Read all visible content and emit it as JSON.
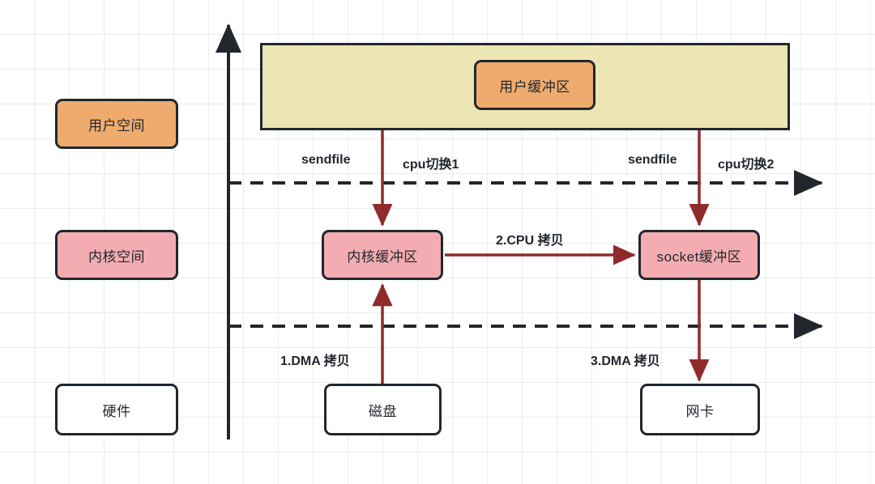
{
  "diagram": {
    "title": "sendfile zero-copy data flow",
    "colors": {
      "user_space_fill": "#eeab6d",
      "kernel_space_fill": "#f3adb2",
      "user_region_fill": "#ece6b4",
      "hardware_fill": "#ffffff",
      "stroke": "#22272e",
      "arrow_red": "#8f2b2b",
      "grid": "#ececec"
    },
    "legend": [
      {
        "name": "user-space",
        "label": "用户空间"
      },
      {
        "name": "kernel-space",
        "label": "内核空间"
      },
      {
        "name": "hardware",
        "label": "硬件"
      }
    ],
    "nodes": {
      "user_region": {
        "label": ""
      },
      "user_buffer": {
        "label": "用户缓冲区"
      },
      "kernel_buffer": {
        "label": "内核缓冲区"
      },
      "socket_buffer": {
        "label": "socket缓冲区"
      },
      "disk": {
        "label": "磁盘"
      },
      "nic": {
        "label": "网卡"
      }
    },
    "edge_labels": {
      "sendfile_left": "sendfile",
      "cpu_switch_1": "cpu切换1",
      "sendfile_right": "sendfile",
      "cpu_switch_2": "cpu切换2",
      "cpu_copy": "2.CPU 拷贝",
      "dma_copy_1": "1.DMA 拷贝",
      "dma_copy_3": "3.DMA 拷贝"
    }
  }
}
